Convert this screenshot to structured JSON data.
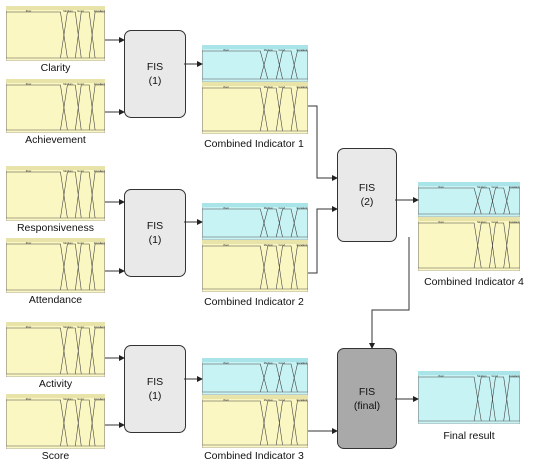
{
  "inputs": {
    "clarity": "Clarity",
    "achievement": "Achievement",
    "responsiveness": "Responsiveness",
    "attendance": "Attendance",
    "activity": "Activity",
    "score": "Score"
  },
  "fis": {
    "fis1a": {
      "name": "FIS",
      "sub": "(1)"
    },
    "fis1b": {
      "name": "FIS",
      "sub": "(1)"
    },
    "fis1c": {
      "name": "FIS",
      "sub": "(1)"
    },
    "fis2": {
      "name": "FIS",
      "sub": "(2)"
    },
    "fisfinal": {
      "name": "FIS",
      "sub": "(final)"
    }
  },
  "outputs": {
    "ci1": "Combined Indicator 1",
    "ci2": "Combined Indicator 2",
    "ci3": "Combined Indicator 3",
    "ci4": "Combined Indicator 4",
    "final": "Final result"
  },
  "mf_terms": [
    "Poor",
    "Medium",
    "Good",
    "Excellent"
  ],
  "colors": {
    "yellow": "#fbf7c2",
    "cyan": "#c8f3f5",
    "header_yellow": "#e8e3a8",
    "header_cyan": "#a9e4e8",
    "fis_light": "#e9e9e9",
    "fis_dark": "#a9a9a9"
  }
}
